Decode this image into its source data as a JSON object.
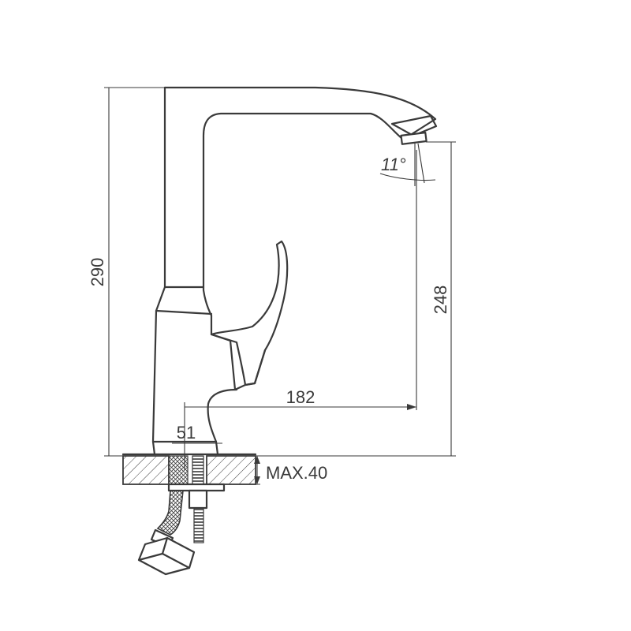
{
  "dimensions": {
    "height_total": "290",
    "spout_height": "248",
    "reach": "182",
    "base_diameter": "51",
    "max_thickness": "MAX.40",
    "spout_angle": "11°"
  },
  "colors": {
    "line": "#3a3a3a",
    "background": "#ffffff"
  }
}
